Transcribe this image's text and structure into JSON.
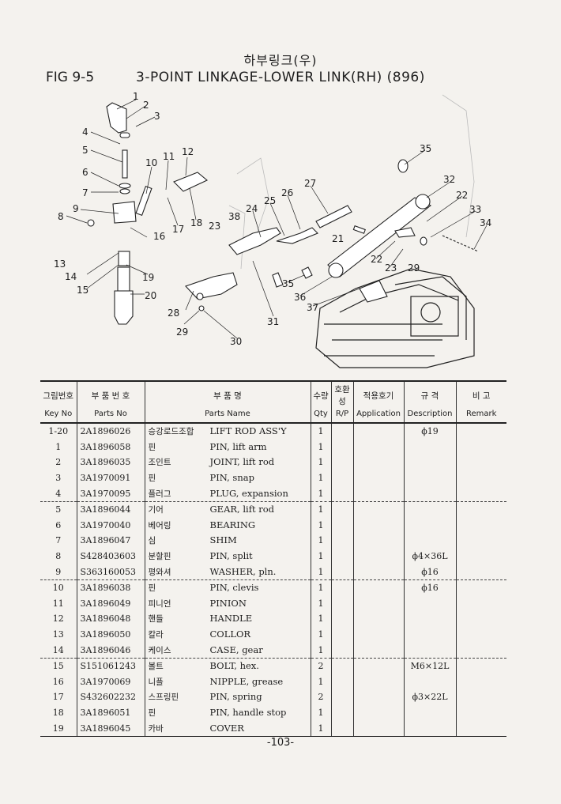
{
  "header": {
    "title_kr": "하부링크(우)",
    "fig_label": "FIG 9-5",
    "fig_title": "3-POINT LINKAGE-LOWER LINK(RH) (896)"
  },
  "diagram": {
    "callouts": [
      "1",
      "2",
      "3",
      "4",
      "5",
      "6",
      "7",
      "8",
      "9",
      "10",
      "11",
      "12",
      "13",
      "14",
      "15",
      "16",
      "17",
      "18",
      "19",
      "20",
      "21",
      "22",
      "22",
      "23",
      "23",
      "24",
      "25",
      "26",
      "27",
      "28",
      "29",
      "29",
      "30",
      "31",
      "32",
      "33",
      "34",
      "35",
      "35",
      "36",
      "37",
      "38"
    ]
  },
  "table": {
    "headers_kr": [
      "그림번호",
      "부 품 번 호",
      "부 품 명",
      "수량",
      "호환성",
      "적용호기",
      "규 격",
      "비 고"
    ],
    "headers_en": [
      "Key No",
      "Parts No",
      "Parts Name",
      "Qty",
      "R/P",
      "Application",
      "Description",
      "Remark"
    ],
    "rows": [
      {
        "key": "1-20",
        "part_no": "2A1896026",
        "name_kr": "승강로드조합",
        "name_en": "LIFT ROD ASS'Y",
        "qty": "1",
        "desc": "ϕ19"
      },
      {
        "key": "1",
        "part_no": "3A1896058",
        "name_kr": "핀",
        "name_en": "PIN, lift arm",
        "qty": "1",
        "desc": ""
      },
      {
        "key": "2",
        "part_no": "3A1896035",
        "name_kr": "조인트",
        "name_en": "JOINT, lift rod",
        "qty": "1",
        "desc": ""
      },
      {
        "key": "3",
        "part_no": "3A1970091",
        "name_kr": "핀",
        "name_en": "PIN, snap",
        "qty": "1",
        "desc": ""
      },
      {
        "key": "4",
        "part_no": "3A1970095",
        "name_kr": "플러그",
        "name_en": "PLUG, expansion",
        "qty": "1",
        "desc": ""
      },
      {
        "key": "5",
        "part_no": "3A1896044",
        "name_kr": "기어",
        "name_en": "GEAR, lift rod",
        "qty": "1",
        "desc": ""
      },
      {
        "key": "6",
        "part_no": "3A1970040",
        "name_kr": "베어링",
        "name_en": "BEARING",
        "qty": "1",
        "desc": ""
      },
      {
        "key": "7",
        "part_no": "3A1896047",
        "name_kr": "심",
        "name_en": "SHIM",
        "qty": "1",
        "desc": ""
      },
      {
        "key": "8",
        "part_no": "S428403603",
        "name_kr": "분할핀",
        "name_en": "PIN, split",
        "qty": "1",
        "desc": "ϕ4×36L"
      },
      {
        "key": "9",
        "part_no": "S363160053",
        "name_kr": "평와셔",
        "name_en": "WASHER, pln.",
        "qty": "1",
        "desc": "ϕ16"
      },
      {
        "key": "10",
        "part_no": "3A1896038",
        "name_kr": "핀",
        "name_en": "PIN, clevis",
        "qty": "1",
        "desc": "ϕ16"
      },
      {
        "key": "11",
        "part_no": "3A1896049",
        "name_kr": "피니언",
        "name_en": "PINION",
        "qty": "1",
        "desc": ""
      },
      {
        "key": "12",
        "part_no": "3A1896048",
        "name_kr": "핸들",
        "name_en": "HANDLE",
        "qty": "1",
        "desc": ""
      },
      {
        "key": "13",
        "part_no": "3A1896050",
        "name_kr": "칼라",
        "name_en": "COLLOR",
        "qty": "1",
        "desc": ""
      },
      {
        "key": "14",
        "part_no": "3A1896046",
        "name_kr": "케이스",
        "name_en": "CASE, gear",
        "qty": "1",
        "desc": ""
      },
      {
        "key": "15",
        "part_no": "S151061243",
        "name_kr": "볼트",
        "name_en": "BOLT, hex.",
        "qty": "2",
        "desc": "M6×12L"
      },
      {
        "key": "16",
        "part_no": "3A1970069",
        "name_kr": "니플",
        "name_en": "NIPPLE, grease",
        "qty": "1",
        "desc": ""
      },
      {
        "key": "17",
        "part_no": "S432602232",
        "name_kr": "스프링핀",
        "name_en": "PIN, spring",
        "qty": "2",
        "desc": "ϕ3×22L"
      },
      {
        "key": "18",
        "part_no": "3A1896051",
        "name_kr": "핀",
        "name_en": "PIN, handle stop",
        "qty": "1",
        "desc": ""
      },
      {
        "key": "19",
        "part_no": "3A1896045",
        "name_kr": "카바",
        "name_en": "COVER",
        "qty": "1",
        "desc": ""
      }
    ]
  },
  "footer": {
    "page_no": "-103-"
  }
}
